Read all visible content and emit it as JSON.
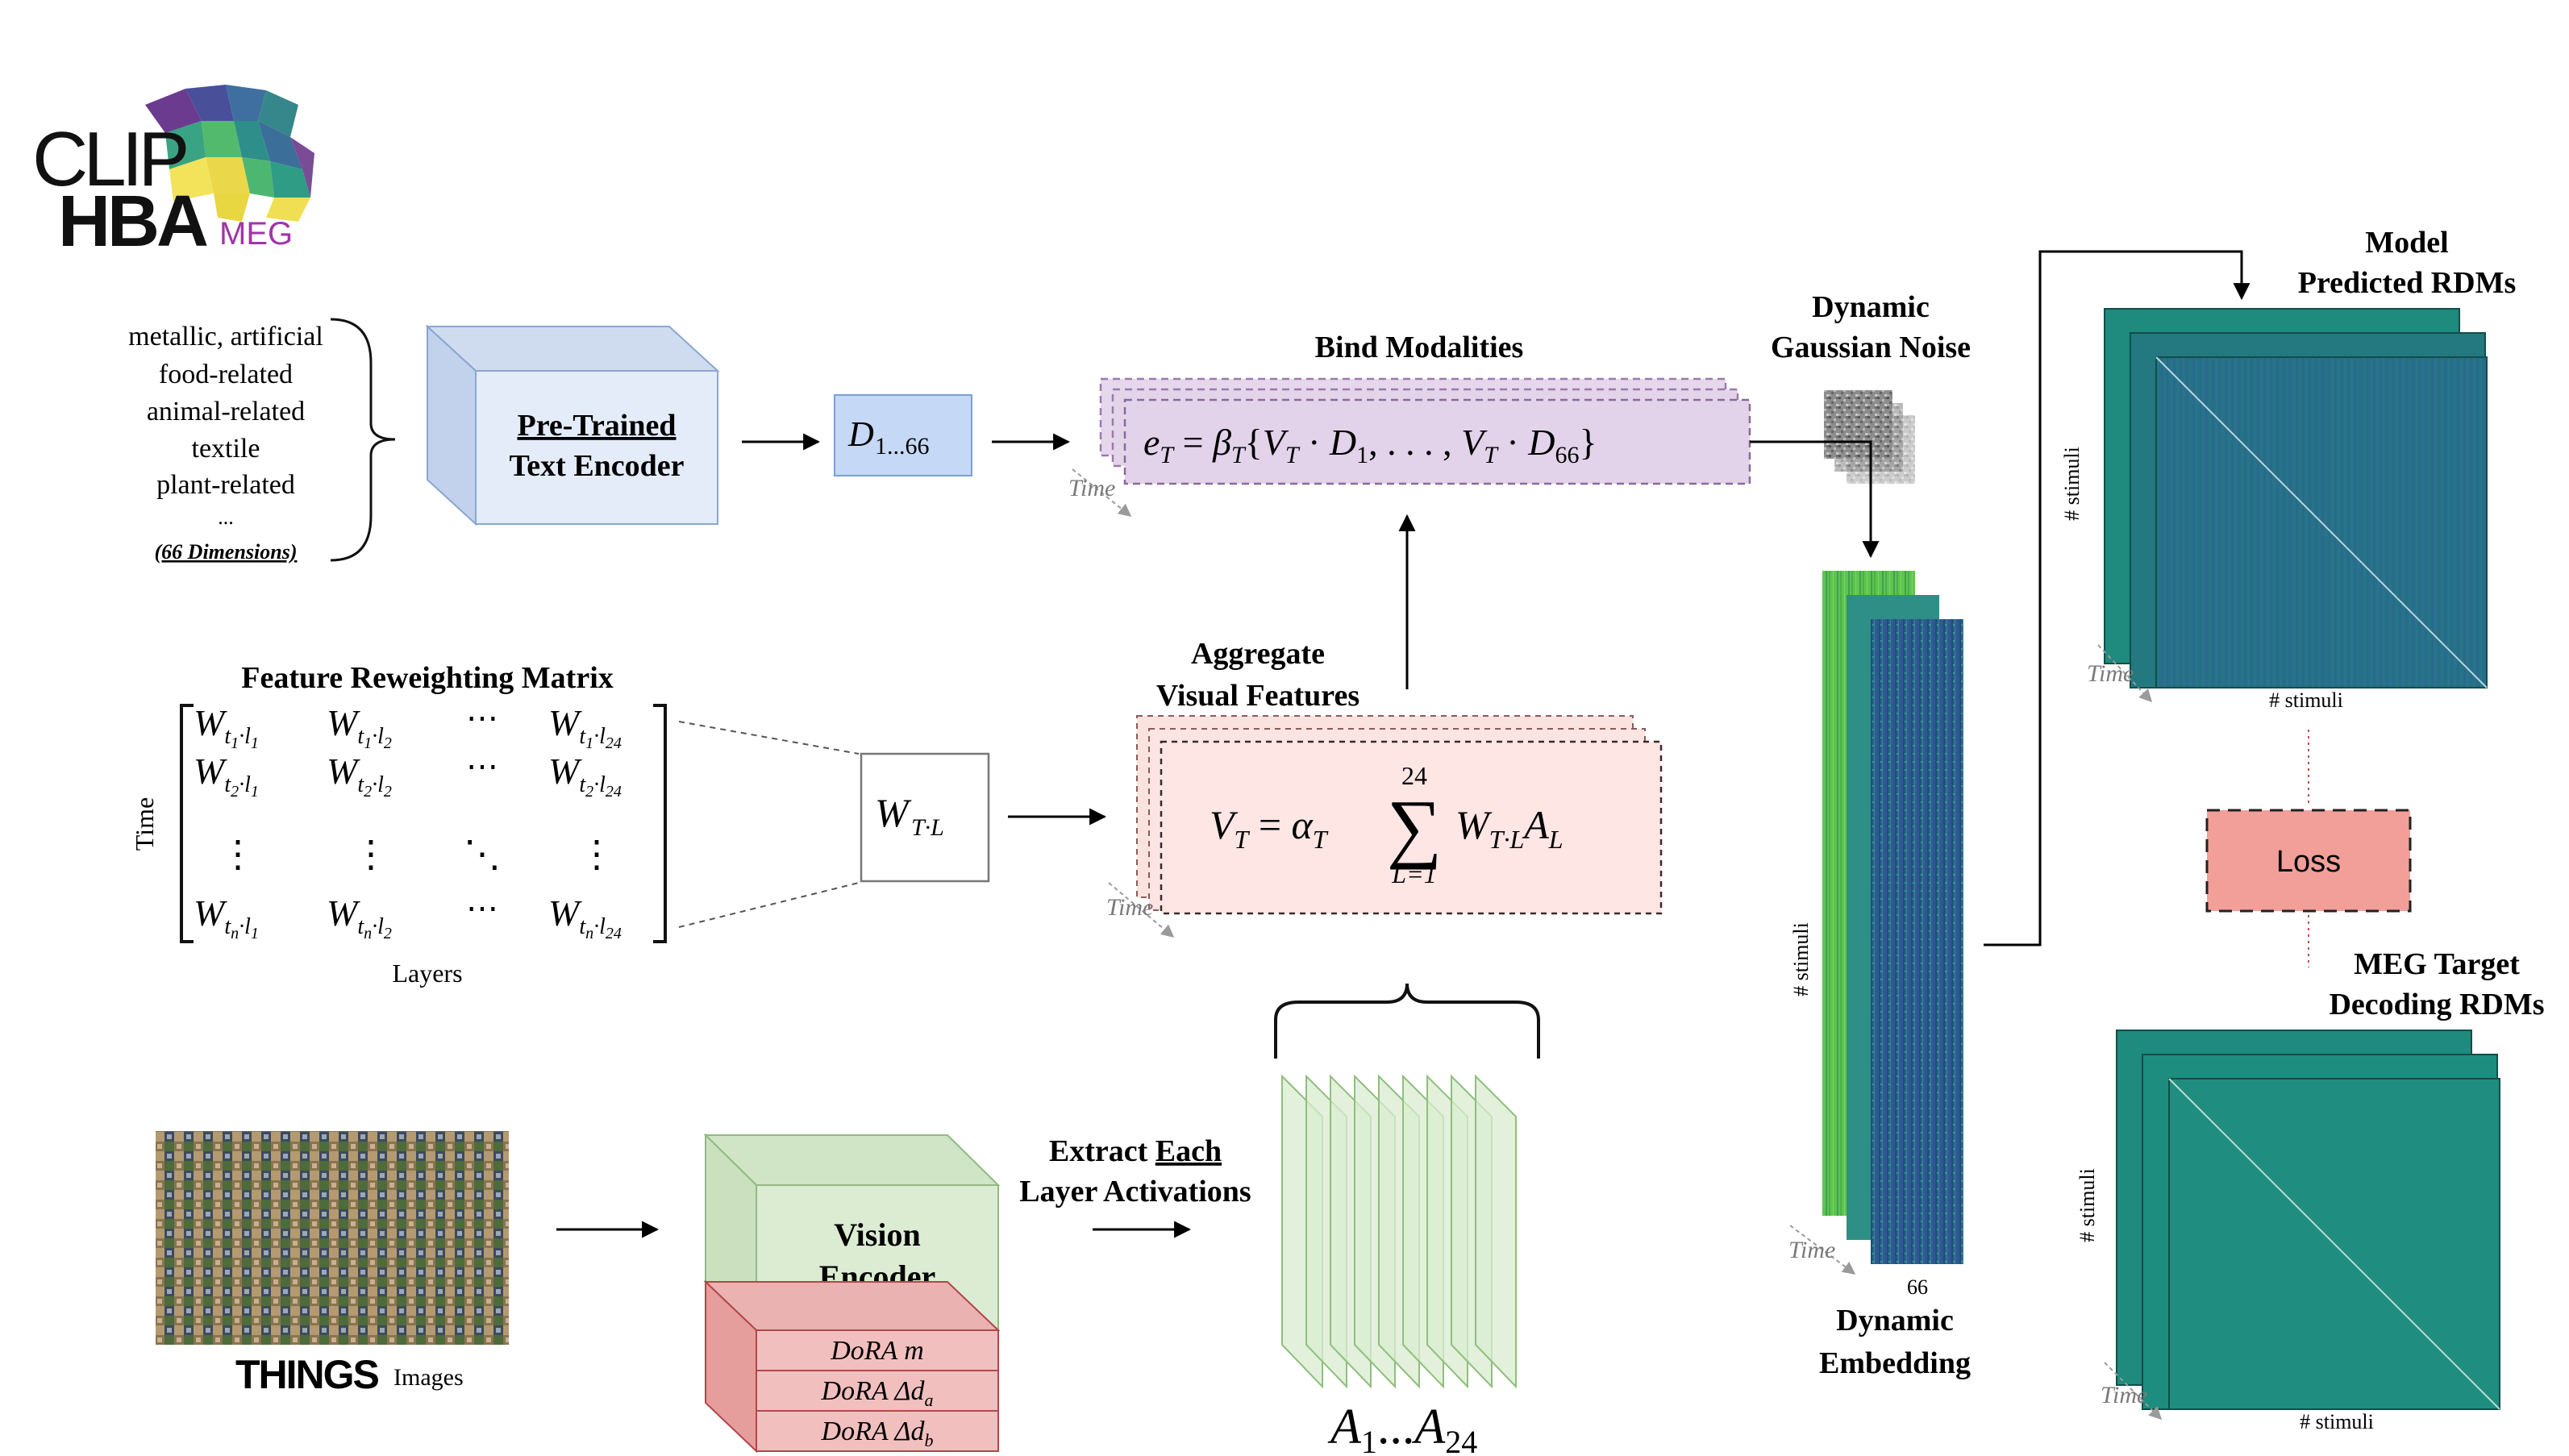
{
  "logo": {
    "line1": "CLIP",
    "line2": "HBA",
    "suffix": "MEG"
  },
  "text_panel": {
    "dims": [
      "metallic, artificial",
      "food-related",
      "animal-related",
      "textile",
      "plant-related",
      "..."
    ],
    "dims_note": "(66 Dimensions)"
  },
  "text_encoder": {
    "line1": "Pre-Trained",
    "line2": "Text Encoder"
  },
  "d_box": {
    "sym": "D",
    "sub": "1...66"
  },
  "bind": {
    "title": "Bind Modalities",
    "eq": {
      "e": "e",
      "T": "T",
      "eq": " = ",
      "beta": "β",
      "open": "{",
      "V1": "V",
      "dot1": " · ",
      "D1": "D",
      "one": "1",
      "mid": ", . . . , ",
      "V2": "V",
      "dot2": " · ",
      "D2": "D",
      "sixty6": "66",
      "close": "}"
    }
  },
  "time_label": "Time",
  "noise": {
    "line1": "Dynamic",
    "line2": "Gaussian Noise"
  },
  "model_rdm": {
    "line1": "Model",
    "line2": "Predicted RDMs",
    "axis_x": "# stimuli",
    "axis_y": "# stimuli"
  },
  "meg_rdm": {
    "line1": "MEG Target",
    "line2": "Decoding RDMs",
    "axis_x": "# stimuli",
    "axis_y": "# stimuli"
  },
  "loss": "Loss",
  "embedding": {
    "line1": "Dynamic",
    "line2": "Embedding",
    "axis_y": "# stimuli",
    "width_label": "66"
  },
  "feat_matrix": {
    "title": "Feature Reweighting Matrix",
    "row_axis": "Time",
    "col_axis": "Layers",
    "W": "W",
    "rows": [
      [
        [
          "t",
          "1",
          "l",
          "1"
        ],
        [
          "t",
          "1",
          "l",
          "2"
        ],
        [
          "t",
          "1",
          "l",
          "24"
        ]
      ],
      [
        [
          "t",
          "2",
          "l",
          "1"
        ],
        [
          "t",
          "2",
          "l",
          "2"
        ],
        [
          "t",
          "2",
          "l",
          "24"
        ]
      ],
      [
        [
          "t",
          "n",
          "l",
          "1"
        ],
        [
          "t",
          "n",
          "l",
          "2"
        ],
        [
          "t",
          "n",
          "l",
          "24"
        ]
      ]
    ],
    "hdots": "⋯",
    "vdots": "⋮",
    "ddots": "⋱"
  },
  "wtl": {
    "W": "W",
    "sub": "T·L"
  },
  "aggregate": {
    "line1": "Aggregate",
    "line2": "Visual Features",
    "eq": {
      "V": "V",
      "T": "T",
      "eq": " = ",
      "alpha": "α",
      "T2": "T",
      "sigma": "∑",
      "upper": "24",
      "lower": "L=1",
      "W": "W",
      "TL": "T·L",
      "A": "A",
      "L": "L"
    }
  },
  "things": {
    "brand": "THINGS",
    "suffix": "Images"
  },
  "vision_encoder": {
    "line1": "Vision",
    "line2": "Encoder",
    "dora": [
      "DoRA m",
      "DoRA Δd",
      "DoRA Δd"
    ],
    "dora_subs": [
      "",
      "a",
      "b"
    ]
  },
  "extract": {
    "line1": "Extract ",
    "each": "Each",
    "line2": "Layer Activations"
  },
  "activations": {
    "A": "A",
    "s1": "1",
    "mid": "...",
    "A2": "A",
    "s2": "24"
  },
  "colors": {
    "text_box": "#dfe9f8",
    "d_box": "#c5d8f5",
    "bind": "#e3d3ea",
    "aggregate": "#fbe4e2",
    "activation": "#d9ecd0",
    "dora": "#f2bfbf",
    "loss": "#f19f98",
    "rdm_teal": "#1f8a7e",
    "rdm_blue": "#2d5f8c"
  }
}
